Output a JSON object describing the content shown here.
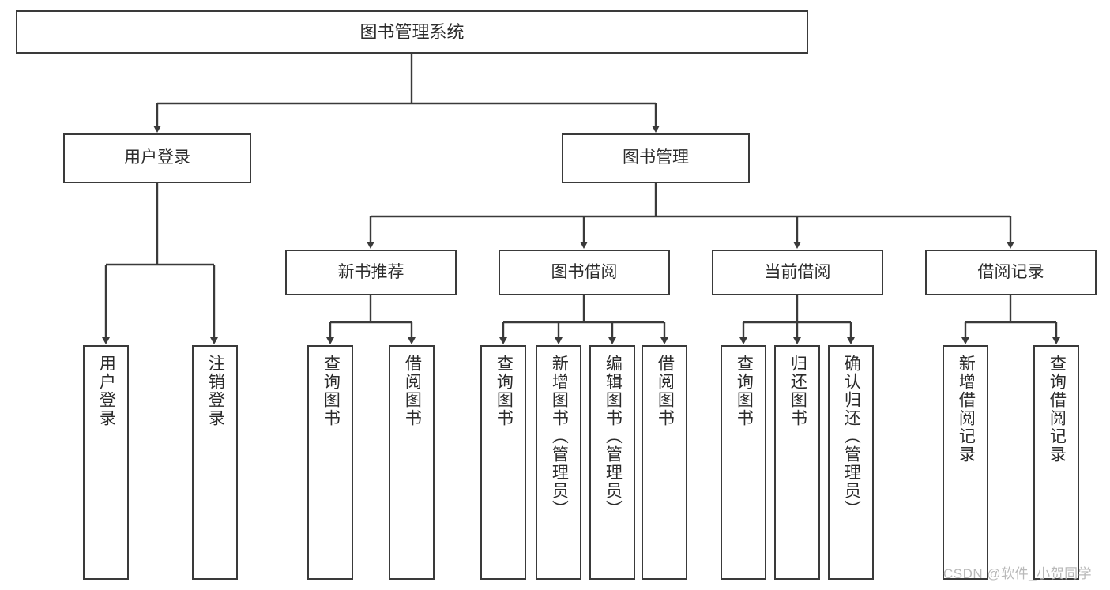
{
  "diagram": {
    "title": "图书管理系统",
    "type": "tree-hierarchy-diagram",
    "colors": {
      "box_border": "#3a3a3a",
      "box_fill": "#ffffff",
      "connector": "#3a3a3a",
      "text": "#2b2b2b",
      "watermark": "#b9b9b9"
    },
    "root": {
      "label": "图书管理系统"
    },
    "level2": [
      {
        "label": "用户登录"
      },
      {
        "label": "图书管理"
      }
    ],
    "level3": [
      {
        "label": "新书推荐"
      },
      {
        "label": "图书借阅"
      },
      {
        "label": "当前借阅"
      },
      {
        "label": "借阅记录"
      }
    ],
    "leaves": {
      "user_login": [
        {
          "label": "用户登录"
        },
        {
          "label": "注销登录"
        }
      ],
      "new_book_recommend": [
        {
          "label": "查询图书"
        },
        {
          "label": "借阅图书"
        }
      ],
      "book_borrow": [
        {
          "label": "查询图书"
        },
        {
          "label": "新增图书（管理员）"
        },
        {
          "label": "编辑图书（管理员）"
        },
        {
          "label": "借阅图书"
        }
      ],
      "current_borrow": [
        {
          "label": "查询图书"
        },
        {
          "label": "归还图书"
        },
        {
          "label": "确认归还（管理员）"
        }
      ],
      "borrow_record": [
        {
          "label": "新增借阅记录"
        },
        {
          "label": "查询借阅记录"
        }
      ]
    }
  },
  "watermark": {
    "text": "CSDN @软件_小贺同学"
  }
}
